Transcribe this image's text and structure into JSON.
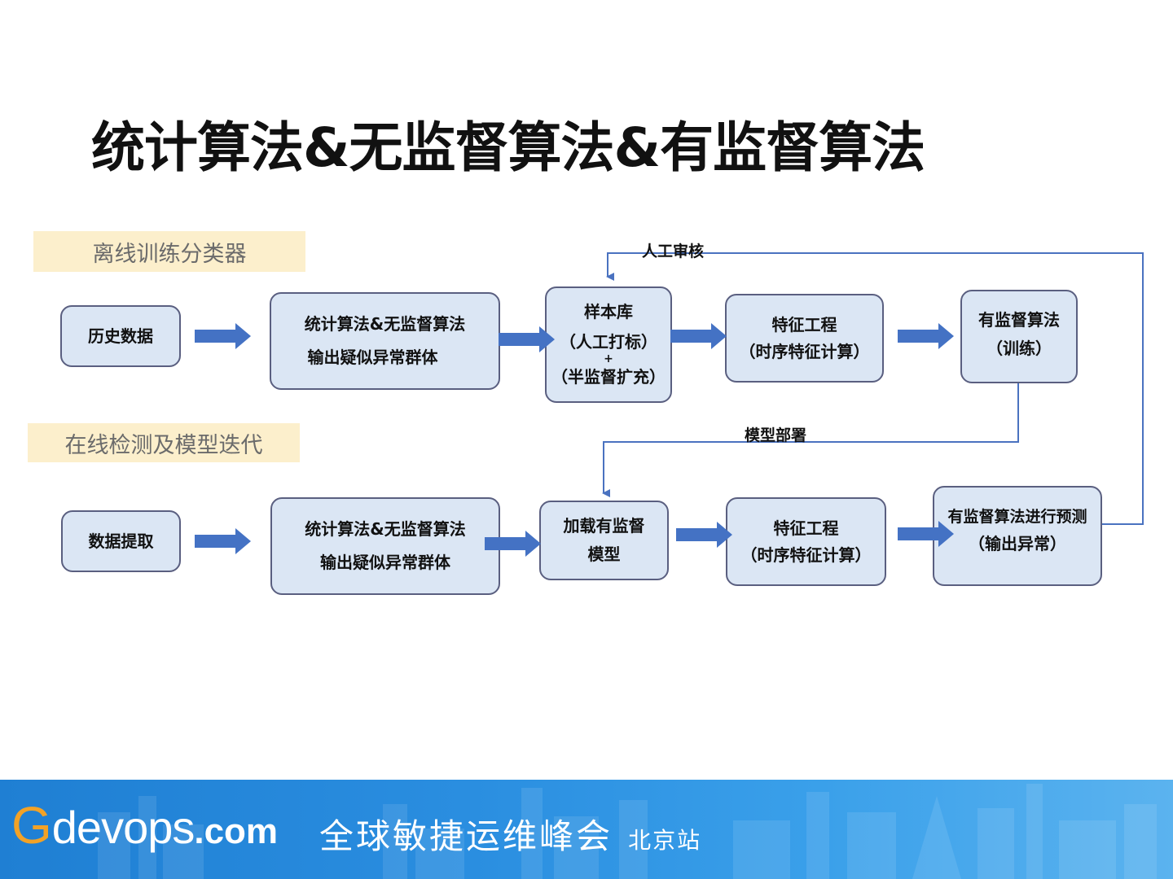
{
  "title": "统计算法&无监督算法&有监督算法",
  "sections": {
    "offline": "离线训练分类器",
    "online": "在线检测及模型迭代"
  },
  "offline_row": {
    "history": "历史数据",
    "stat_line1": "统计算法&无监督算法",
    "stat_line2": "输出疑似异常群体",
    "sample_line1": "样本库",
    "sample_line2": "（人工打标）",
    "sample_line3": "+",
    "sample_line4": "（半监督扩充）",
    "feature_line1": "特征工程",
    "feature_line2": "（时序特征计算）",
    "supervised_line1": "有监督算法",
    "supervised_line2": "（训练）"
  },
  "online_row": {
    "extract": "数据提取",
    "stat_line1": "统计算法&无监督算法",
    "stat_line2": "输出疑似异常群体",
    "load_line1": "加载有监督",
    "load_line2": "模型",
    "feature_line1": "特征工程",
    "feature_line2": "（时序特征计算）",
    "predict_line1": "有监督算法进行预测",
    "predict_line2": "（输出异常）"
  },
  "connectors": {
    "manual_review": "人工审核",
    "model_deploy": "模型部署"
  },
  "footer": {
    "brand_g": "G",
    "brand_devops": "devops",
    "brand_com": ".com",
    "event": "全球敏捷运维峰会",
    "event_sub": "北京站"
  },
  "colors": {
    "box_fill": "#dbe6f4",
    "box_border": "#5a5f80",
    "arrow": "#4472c4",
    "connector": "#4a72c0",
    "section_bg": "#fcefcc",
    "footer": "#2a8ee0"
  }
}
